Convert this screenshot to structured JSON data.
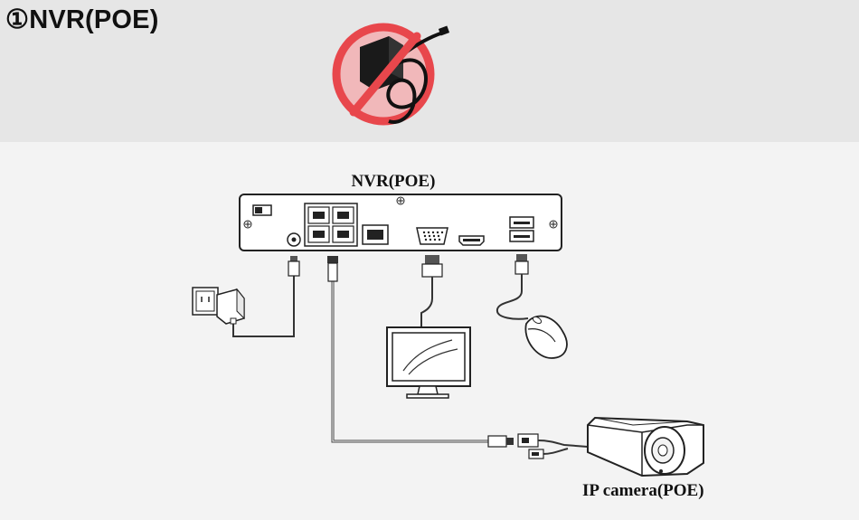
{
  "header": {
    "title": "①NVR(POE)"
  },
  "diagram": {
    "nvr_label": "NVR(POE)",
    "camera_label": "IP camera(POE)"
  },
  "icons": {
    "no_adapter": "no-power-adapter-icon",
    "nvr": "nvr-box-icon",
    "wall_adapter": "wall-power-adapter-icon",
    "monitor": "monitor-icon",
    "mouse": "mouse-icon",
    "camera": "bullet-camera-icon"
  },
  "colors": {
    "prohibition_red": "#e8474c",
    "line": "#333333"
  }
}
